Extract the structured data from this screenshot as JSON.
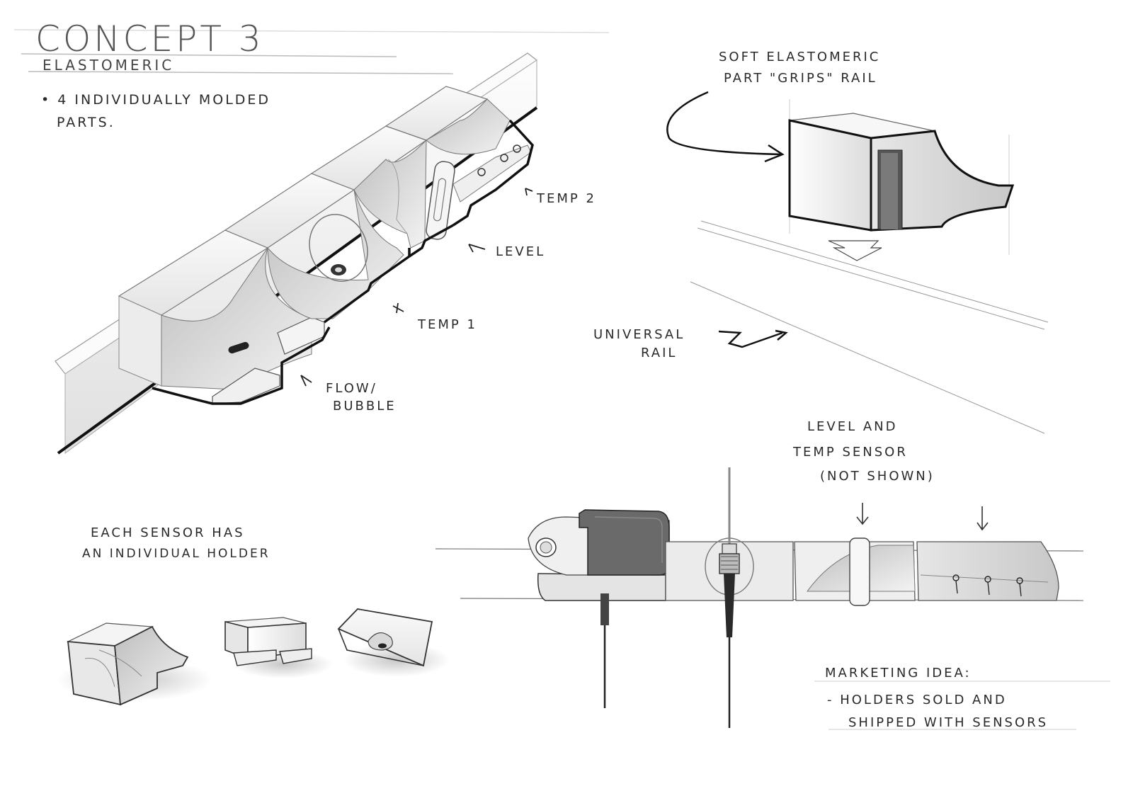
{
  "title": "CONCEPT 3",
  "subtitle": "ELASTOMERIC",
  "bullet": {
    "line1": "• 4 INDIVIDUALLY MOLDED",
    "line2": "PARTS."
  },
  "callouts": {
    "temp2": "TEMP 2",
    "level": "LEVEL",
    "temp1": "TEMP 1",
    "flow_bubble_1": "FLOW/",
    "flow_bubble_2": "BUBBLE"
  },
  "grip_note": {
    "line1": "SOFT ELASTOMERIC",
    "line2": "PART \"GRIPS\" RAIL"
  },
  "rail_note": {
    "line1": "UNIVERSAL",
    "line2": "RAIL"
  },
  "holder_note": {
    "line1": "EACH SENSOR HAS",
    "line2": "AN INDIVIDUAL HOLDER"
  },
  "sensor_note": {
    "line1": "LEVEL AND",
    "line2": "TEMP SENSOR",
    "line3": "(NOT SHOWN)"
  },
  "marketing": {
    "heading": "MARKETING IDEA:",
    "line1": "- HOLDERS SOLD AND",
    "line2": "SHIPPED WITH SENSORS"
  },
  "colors": {
    "ink": "#1a1a1a",
    "shade_light": "#f2f2f2",
    "shade_mid": "#d6d6d6",
    "shade_dark": "#9a9a9a",
    "sensor_dark": "#5a5a5a"
  }
}
